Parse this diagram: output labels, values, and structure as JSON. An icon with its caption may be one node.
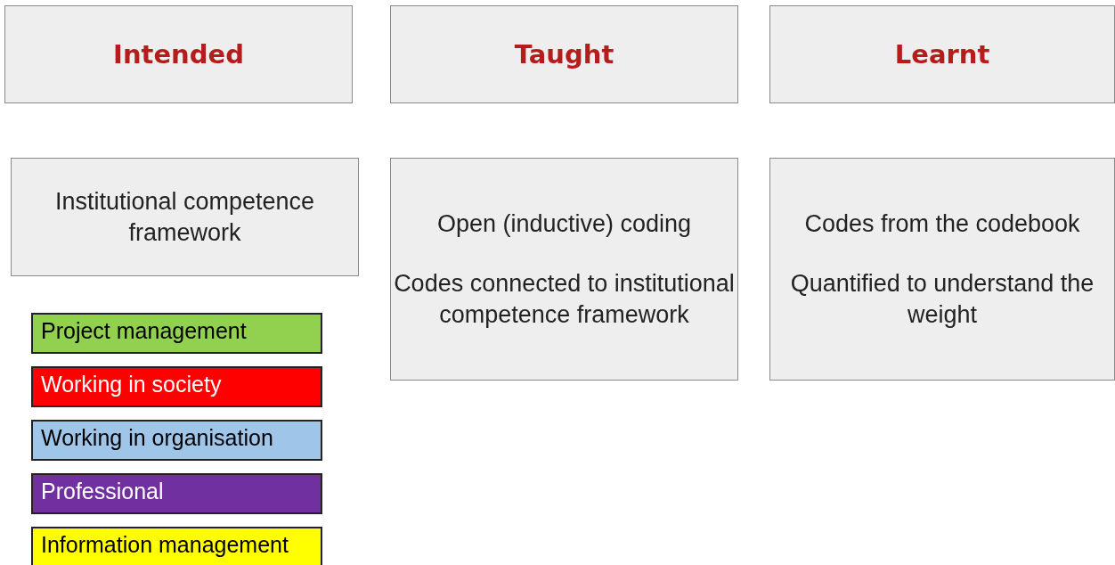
{
  "diagram": {
    "nodes": [
      {
        "text": [
          "Intended"
        ]
      },
      {
        "text": [
          "Taught"
        ]
      },
      {
        "text": [
          "Learnt"
        ]
      },
      {
        "text": [
          "Institutional competence framework"
        ]
      },
      {
        "text": [
          "Open (inductive) coding",
          "Codes connected to institutional competence framework"
        ]
      },
      {
        "text": [
          "Codes from the codebook",
          "Quantified to understand the weight"
        ]
      }
    ],
    "edges": [],
    "legend": [
      {
        "text": "Project management",
        "color": "#92d050"
      },
      {
        "text": "Working in society",
        "color": "#ff0000"
      },
      {
        "text": "Working in organisation",
        "color": "#9fc5e8"
      },
      {
        "text": "Professional",
        "color": "#7030a0"
      },
      {
        "text": "Information management",
        "color": "#ffff00"
      }
    ]
  }
}
